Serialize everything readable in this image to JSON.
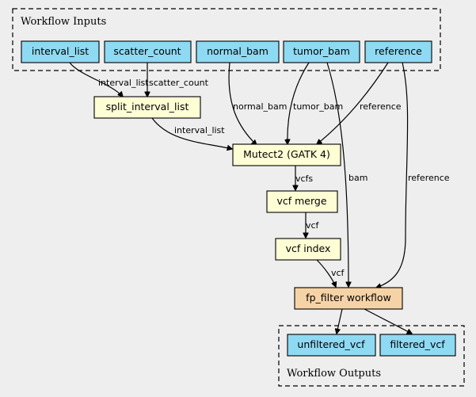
{
  "clusters": {
    "inputs": {
      "label": "Workflow Inputs"
    },
    "outputs": {
      "label": "Workflow Outputs"
    }
  },
  "nodes": {
    "interval_list": {
      "label": "interval_list",
      "kind": "input"
    },
    "scatter_count": {
      "label": "scatter_count",
      "kind": "input"
    },
    "normal_bam": {
      "label": "normal_bam",
      "kind": "input"
    },
    "tumor_bam": {
      "label": "tumor_bam",
      "kind": "input"
    },
    "reference": {
      "label": "reference",
      "kind": "input"
    },
    "split_interval_list": {
      "label": "split_interval_list",
      "kind": "task"
    },
    "mutect2": {
      "label": "Mutect2 (GATK 4)",
      "kind": "task"
    },
    "vcf_merge": {
      "label": "vcf merge",
      "kind": "task"
    },
    "vcf_index": {
      "label": "vcf index",
      "kind": "task"
    },
    "fp_filter": {
      "label": "fp_filter workflow",
      "kind": "subworkflow"
    },
    "unfiltered_vcf": {
      "label": "unfiltered_vcf",
      "kind": "output"
    },
    "filtered_vcf": {
      "label": "filtered_vcf",
      "kind": "output"
    }
  },
  "edges": [
    {
      "id": "e1",
      "from": "interval_list",
      "to": "split_interval_list",
      "label": "interval_list"
    },
    {
      "id": "e2",
      "from": "scatter_count",
      "to": "split_interval_list",
      "label": "scatter_count"
    },
    {
      "id": "e3",
      "from": "split_interval_list",
      "to": "mutect2",
      "label": "interval_list"
    },
    {
      "id": "e4",
      "from": "normal_bam",
      "to": "mutect2",
      "label": "normal_bam"
    },
    {
      "id": "e5",
      "from": "tumor_bam",
      "to": "mutect2",
      "label": "tumor_bam"
    },
    {
      "id": "e6",
      "from": "reference",
      "to": "mutect2",
      "label": "reference"
    },
    {
      "id": "e7",
      "from": "mutect2",
      "to": "vcf_merge",
      "label": "vcfs"
    },
    {
      "id": "e8",
      "from": "vcf_merge",
      "to": "vcf_index",
      "label": "vcf"
    },
    {
      "id": "e9",
      "from": "vcf_index",
      "to": "fp_filter",
      "label": "vcf"
    },
    {
      "id": "e10",
      "from": "tumor_bam",
      "to": "fp_filter",
      "label": "bam"
    },
    {
      "id": "e11",
      "from": "reference",
      "to": "fp_filter",
      "label": "reference"
    },
    {
      "id": "e12",
      "from": "fp_filter",
      "to": "unfiltered_vcf",
      "label": ""
    },
    {
      "id": "e13",
      "from": "fp_filter",
      "to": "filtered_vcf",
      "label": ""
    }
  ],
  "colors": {
    "background": "#eeeeee",
    "input_fill": "#8fdaf3",
    "task_fill": "#fefed5",
    "subworkflow_fill": "#f6d3a6",
    "output_fill": "#8fdaf3",
    "stroke": "#000000"
  }
}
